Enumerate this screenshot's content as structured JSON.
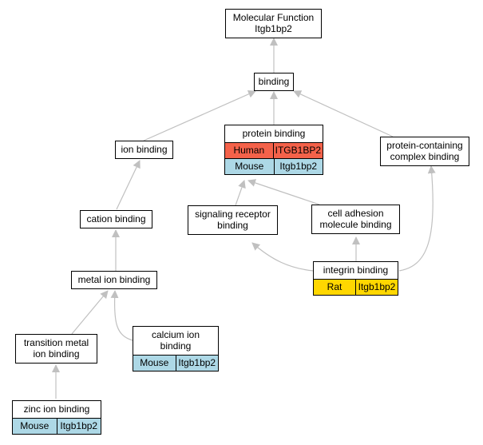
{
  "colors": {
    "edge": "#c0c0c0",
    "human": "#f4624a",
    "mouse": "#add8e6",
    "rat": "#ffd700"
  },
  "nodes": {
    "molecular_function": {
      "label": "Molecular Function\nItgb1bp2"
    },
    "binding": {
      "label": "binding"
    },
    "ion_binding": {
      "label": "ion binding"
    },
    "protein_binding": {
      "label": "protein binding",
      "rows": [
        {
          "species": "Human",
          "gene": "ITGB1BP2",
          "color": "human"
        },
        {
          "species": "Mouse",
          "gene": "Itgb1bp2",
          "color": "mouse"
        }
      ]
    },
    "protein_containing_complex_binding": {
      "label": "protein-containing\ncomplex binding"
    },
    "cation_binding": {
      "label": "cation binding"
    },
    "signaling_receptor_binding": {
      "label": "signaling receptor\nbinding"
    },
    "cell_adhesion_molecule_binding": {
      "label": "cell adhesion\nmolecule binding"
    },
    "metal_ion_binding": {
      "label": "metal ion binding"
    },
    "integrin_binding": {
      "label": "integrin binding",
      "rows": [
        {
          "species": "Rat",
          "gene": "Itgb1bp2",
          "color": "rat"
        }
      ]
    },
    "transition_metal_ion_binding": {
      "label": "transition metal\nion binding"
    },
    "calcium_ion_binding": {
      "label": "calcium ion\nbinding",
      "rows": [
        {
          "species": "Mouse",
          "gene": "Itgb1bp2",
          "color": "mouse"
        }
      ]
    },
    "zinc_ion_binding": {
      "label": "zinc ion binding",
      "rows": [
        {
          "species": "Mouse",
          "gene": "Itgb1bp2",
          "color": "mouse"
        }
      ]
    }
  }
}
